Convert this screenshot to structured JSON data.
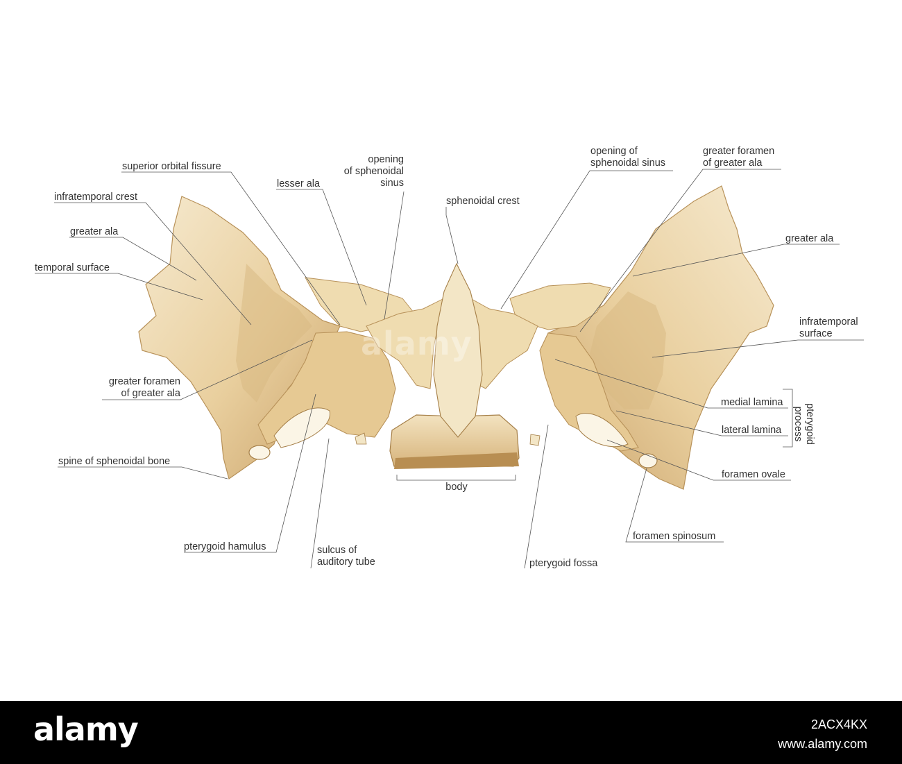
{
  "labels": {
    "superior_orbital_fissure": "superior orbital fissure",
    "lesser_ala": "lesser ala",
    "opening_sphenoidal_sinus_left": "opening\nof sphenoidal\nsinus",
    "opening_sphenoidal_sinus_right": "opening of\nsphenoidal sinus",
    "sphenoidal_crest": "sphenoidal crest",
    "greater_foramen_right": "greater foramen\nof greater ala",
    "infratemporal_crest": "infratemporal crest",
    "greater_ala_left": "greater ala",
    "greater_ala_right": "greater ala",
    "temporal_surface": "temporal surface",
    "infratemporal_surface": "infratemporal\nsurface",
    "greater_foramen_left": "greater foramen\nof greater ala",
    "medial_lamina": "medial lamina",
    "lateral_lamina": "lateral lamina",
    "pterygoid_process": "pterygoid\nprocess",
    "foramen_ovale": "foramen ovale",
    "spine_of_sphenoidal_bone": "spine of sphenoidal bone",
    "body": "body",
    "foramen_spinosum": "foramen spinosum",
    "pterygoid_hamulus": "pterygoid hamulus",
    "sulcus_of_auditory_tube": "sulcus of\nauditory tube",
    "pterygoid_fossa": "pterygoid fossa"
  },
  "watermark": "alamy",
  "footer": {
    "logo": "alamy",
    "image_id": "2ACX4KX",
    "url": "www.alamy.com"
  },
  "colors": {
    "bone_light": "#f2e2bc",
    "bone_mid": "#e3c48f",
    "bone_dark": "#b8925a",
    "leader_line": "#555555"
  }
}
